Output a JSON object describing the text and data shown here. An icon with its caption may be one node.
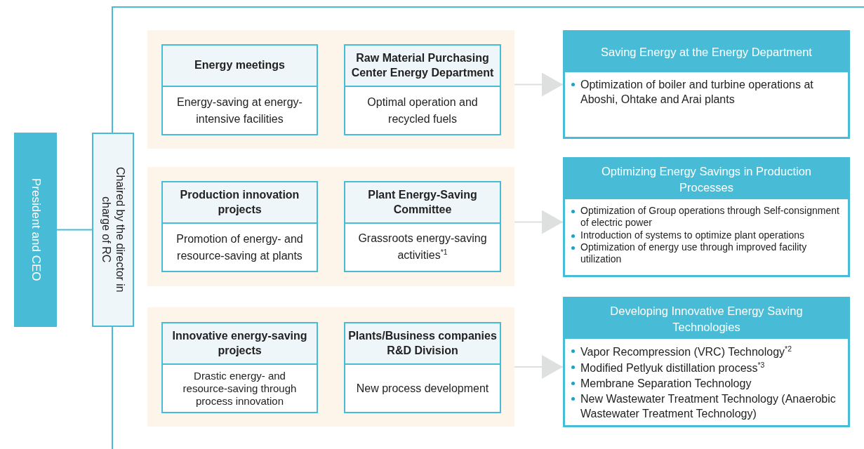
{
  "diagram": {
    "nodes": [
      {
        "text": [
          "President and CEO"
        ]
      },
      {
        "text": [
          "Chaired by the director in charge of RC"
        ]
      },
      {
        "text": [],
        "shape": "box"
      },
      {
        "text": [
          "Energy meetings",
          "Energy-saving at energy-intensive facilities"
        ],
        "in": 2
      },
      {
        "text": [
          "Raw Material Purchasing Center Energy Department",
          "Optimal operation and recycled fuels"
        ],
        "in": 2
      },
      {
        "text": [],
        "shape": "box"
      },
      {
        "text": [
          "Production innovation projects",
          "Promotion of energy- and resource-saving at plants"
        ],
        "in": 5
      },
      {
        "text": [
          "Plant Energy-Saving Committee",
          "Grassroots energy-saving activities$^{*1}$"
        ],
        "in": 5
      },
      {
        "text": [],
        "shape": "box"
      },
      {
        "text": [
          "Innovative energy-saving projects",
          "Drastic energy- and resource-saving through process innovation"
        ],
        "in": 8
      },
      {
        "text": [
          "Plants/Business companies R&D Division",
          "New process development"
        ],
        "in": 8
      },
      {
        "text": [
          "Saving Energy at the Energy Department",
          "Optimization of boiler and turbine operations at Aboshi, Ohtake and Arai plants"
        ]
      },
      {
        "text": [
          "Optimizing Energy Savings in Production Processes",
          "Optimization of Group operations through Self-consignment of electric power",
          "Introduction of systems to optimize plant operations",
          "Optimization of energy use through improved facility utilization"
        ]
      },
      {
        "text": [
          "Developing Innovative Energy Saving Technologies",
          "Vapor Recompression (VRC) Technology$^{*2}$",
          "Modified Petlyuk distillation process$^{*3}$",
          "Membrane Separation Technology",
          "New Wastewater Treatment Technology (Anaerobic Wastewater Treatment Technology)"
        ]
      }
    ],
    "edges": [
      {
        "from": 0,
        "to": 1,
        "arrow": "none",
        "color": "#48bcd6"
      },
      {
        "from": 2,
        "to": 11,
        "arrow": "to"
      },
      {
        "from": 5,
        "to": 12,
        "arrow": "to"
      },
      {
        "from": 8,
        "to": 13,
        "arrow": "to"
      }
    ]
  }
}
